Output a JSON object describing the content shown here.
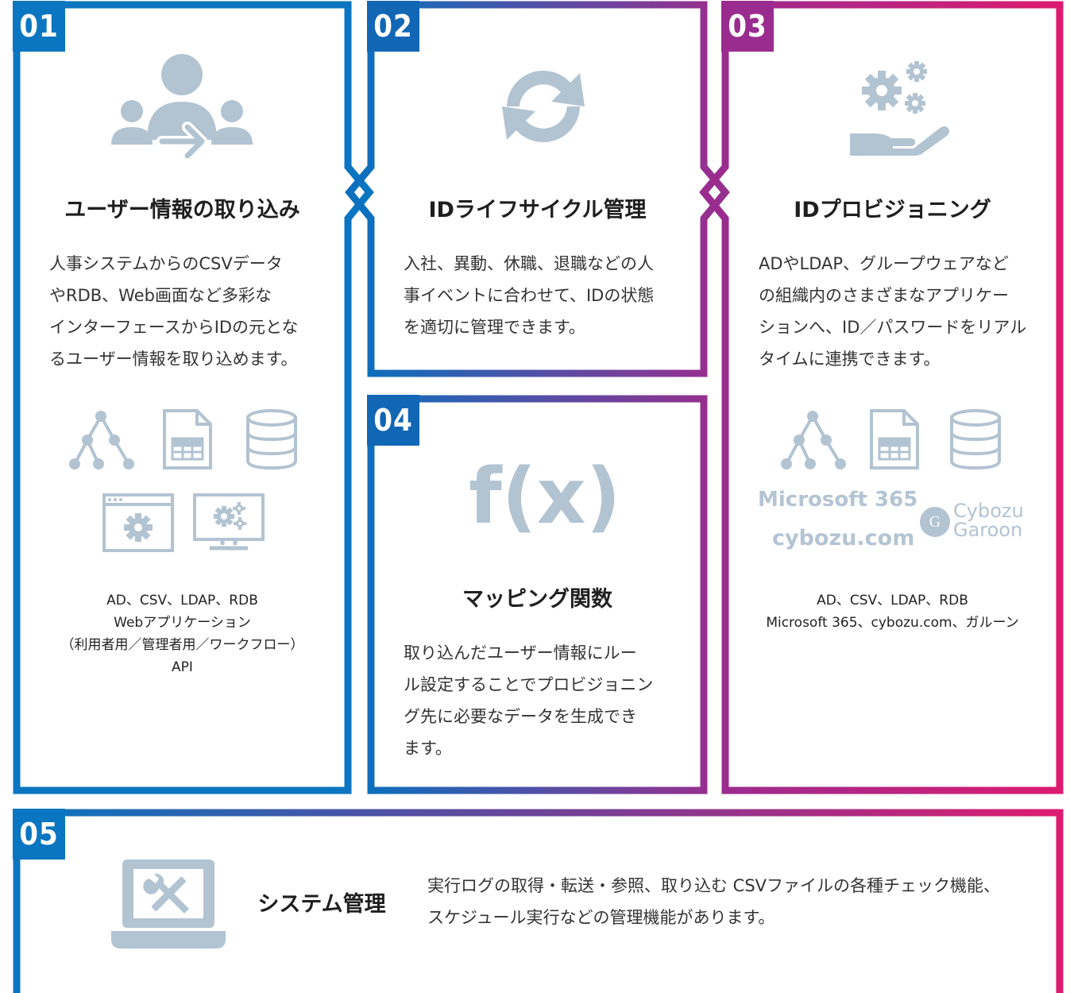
{
  "colors": {
    "blue": "#0a75c0",
    "purple": "#8e2f8f",
    "magenta": "#dd1b70",
    "icon_gray": "#b2c3d2"
  },
  "boxes": [
    {
      "number": "01",
      "title": "ユーザー情報の取り込み",
      "icon": "users-import-icon",
      "description": [
        "人事システムからのCSVデータ",
        "やRDB、Web画面など多彩な",
        "インターフェースからIDの元とな",
        "るユーザー情報を取り込めます。"
      ],
      "source_icons": [
        "ldap-tree-icon",
        "csv-file-icon",
        "database-icon",
        "web-settings-icon",
        "monitor-settings-icon"
      ],
      "caption": [
        "AD、CSV、LDAP、RDB",
        "Webアプリケーション",
        "（利用者用／管理者用／ワークフロー）",
        "API"
      ]
    },
    {
      "number": "02",
      "title": "IDライフサイクル管理",
      "icon": "sync-icon",
      "description": [
        "入社、異動、休職、退職などの人",
        "事イベントに合わせて、IDの状態",
        "を適切に管理できます。"
      ]
    },
    {
      "number": "03",
      "title": "IDプロビジョニング",
      "icon": "hand-gears-icon",
      "description": [
        "ADやLDAP、グループウェアなど",
        "の組織内のさまざまなアプリケー",
        "ションへ、ID／パスワードをリアル",
        "タイムに連携できます。"
      ],
      "target_icons": [
        "ldap-tree-icon",
        "csv-file-icon",
        "database-icon"
      ],
      "logos": {
        "microsoft": "Microsoft 365",
        "cybozu": "cybozu.com",
        "garoon_mark": "G",
        "garoon_line1": "Cybozu",
        "garoon_line2": "Garoon"
      },
      "caption": [
        "AD、CSV、LDAP、RDB",
        "Microsoft 365、cybozu.com、ガルーン"
      ]
    },
    {
      "number": "04",
      "title": "マッピング関数",
      "icon": "function-icon",
      "icon_text": "f(x)",
      "description": [
        "取り込んだユーザー情報にルー",
        "ル設定することでプロビジョニン",
        "グ先に必要なデータを生成でき",
        "ます。"
      ]
    },
    {
      "number": "05",
      "title": "システム管理",
      "icon": "laptop-tools-icon",
      "description": [
        "実行ログの取得・転送・参照、取り込む CSVファイルの各種チェック機能、",
        "スケジュール実行などの管理機能があります。"
      ]
    }
  ]
}
